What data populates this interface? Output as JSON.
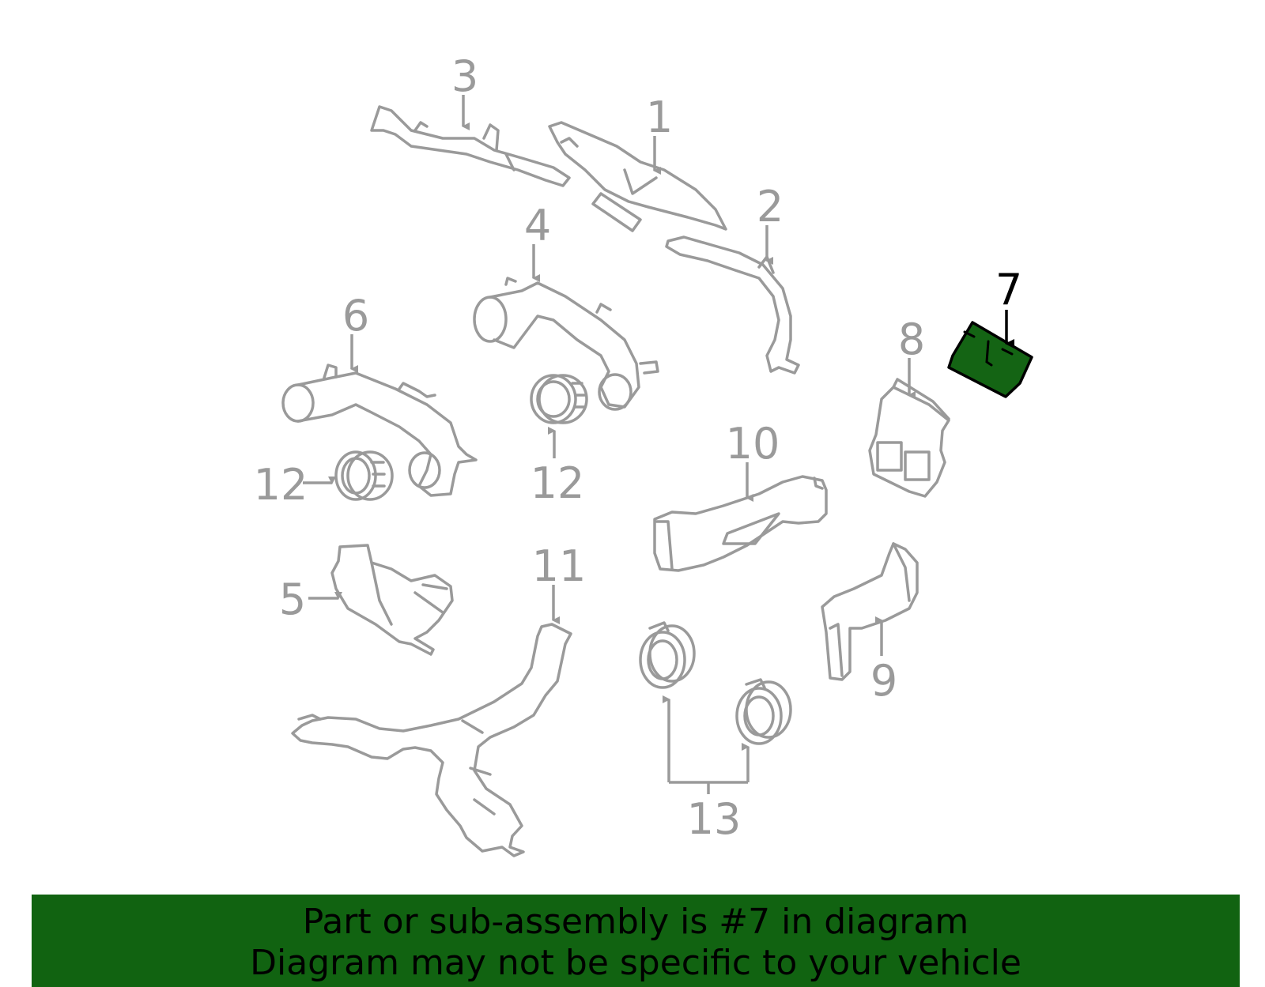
{
  "callouts": {
    "c1": "1",
    "c2": "2",
    "c3": "3",
    "c4": "4",
    "c5": "5",
    "c6": "6",
    "c7": "7",
    "c8": "8",
    "c9": "9",
    "c10": "10",
    "c11": "11",
    "c12a": "12",
    "c12b": "12",
    "c13": "13"
  },
  "highlighted_part": "7",
  "colors": {
    "highlight": "#146414",
    "banner": "#116311",
    "line_art": "#9a9a9a"
  },
  "banner": {
    "line1": "Part or sub-assembly is #7 in diagram",
    "line2": "Diagram may not be specific to your vehicle"
  }
}
